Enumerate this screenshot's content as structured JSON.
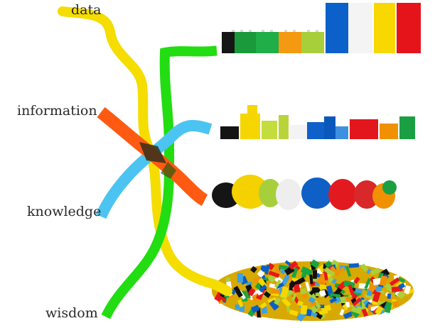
{
  "labels": [
    {
      "id": "data",
      "text": "data"
    },
    {
      "id": "information",
      "text": "information"
    },
    {
      "id": "knowledge",
      "text": "knowledge"
    },
    {
      "id": "wisdom",
      "text": "wisdom"
    }
  ],
  "connector_colors": {
    "data": "#f5dd00",
    "information": "#ff5a12",
    "knowledge": "#4cc4f2",
    "wisdom": "#22dd11"
  },
  "brick_palette": [
    "#e8171b",
    "#0b5fc6",
    "#f7d700",
    "#1aa540",
    "#f29100",
    "#a9d03b",
    "#ffffff",
    "#111111",
    "#3fa1e0"
  ]
}
